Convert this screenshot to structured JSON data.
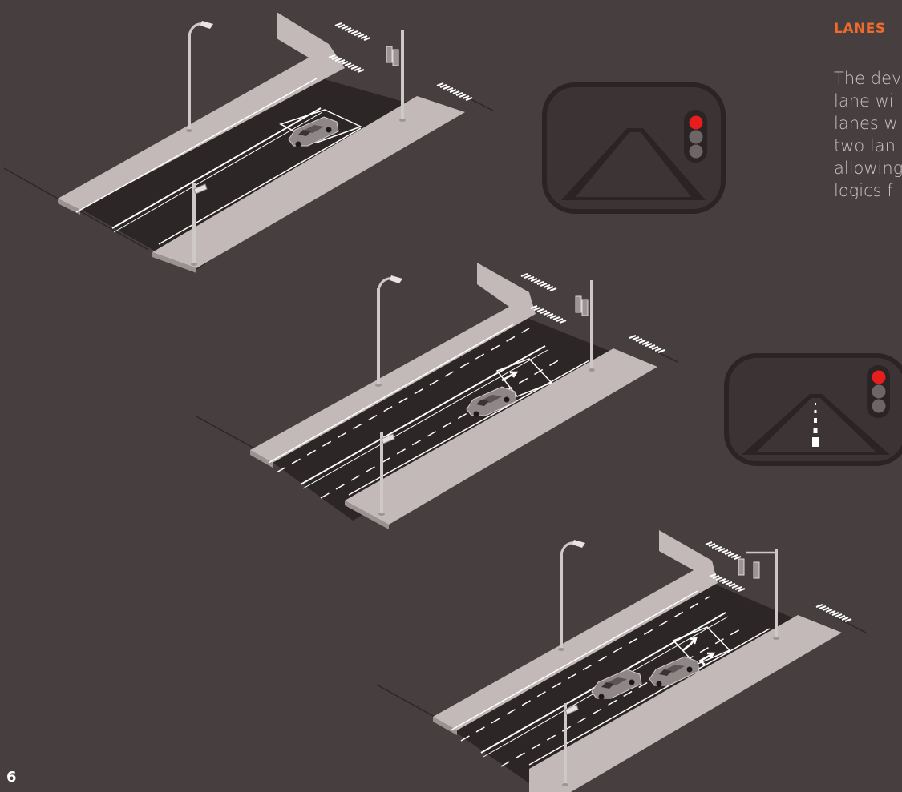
{
  "text": {
    "heading": "LANES",
    "body_lines": [
      "The dev",
      "lane wi",
      "lanes w",
      "two lan",
      "allowing",
      "logics f"
    ],
    "page_number": "6"
  },
  "colors": {
    "background": "#473f3f",
    "heading": "#ee6a2e",
    "body_text": "#c9c3c3",
    "sidewalk": "#c3b9b9",
    "road": "#2c2626",
    "lane_marking": "#ffffff",
    "signal_red": "#e81d1d",
    "signal_off": "#6e6666",
    "camera_frame": "#2a2424"
  },
  "scenes": [
    {
      "name": "single-lane",
      "lane_markings": "solid",
      "cars": 1,
      "arrows": 0
    },
    {
      "name": "two-lane",
      "lane_markings": "dashed",
      "cars": 1,
      "arrows": 1
    },
    {
      "name": "two-lane-multi",
      "lane_markings": "dashed",
      "cars": 2,
      "arrows": 2
    }
  ],
  "camera_views": [
    {
      "name": "camera-view-1",
      "signal": "red",
      "road_markings": "none"
    },
    {
      "name": "camera-view-2",
      "signal": "red",
      "road_markings": "dashed-center"
    }
  ]
}
